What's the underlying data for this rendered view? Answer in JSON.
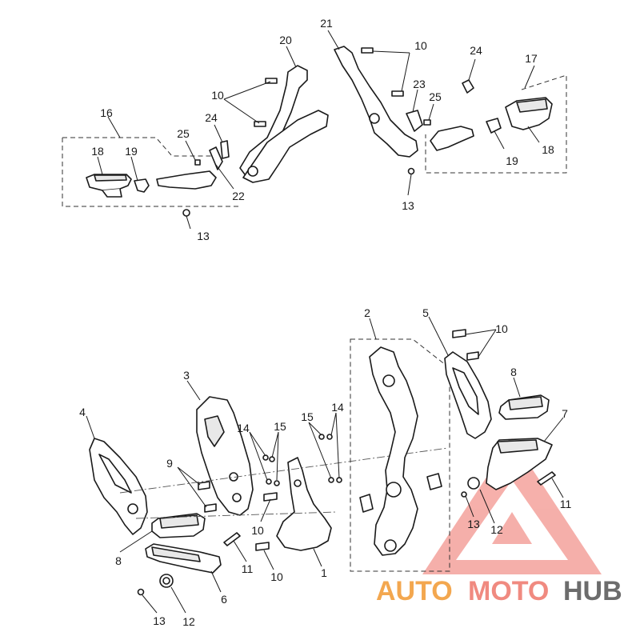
{
  "diagram": {
    "callouts": {
      "c1": "1",
      "c2": "2",
      "c3": "3",
      "c4": "4",
      "c5": "5",
      "c6": "6",
      "c7": "7",
      "c8a": "8",
      "c8b": "8",
      "c9": "9",
      "c10a": "10",
      "c10b": "10",
      "c10c": "10",
      "c10d": "10",
      "c10e": "10",
      "c11a": "11",
      "c11b": "11",
      "c12a": "12",
      "c12b": "12",
      "c13a": "13",
      "c13b": "13",
      "c13c": "13",
      "c13d": "13",
      "c14a": "14",
      "c14b": "14",
      "c15a": "15",
      "c15b": "15",
      "c16": "16",
      "c17": "17",
      "c18a": "18",
      "c18b": "18",
      "c19a": "19",
      "c19b": "19",
      "c20": "20",
      "c21": "21",
      "c22": "22",
      "c23": "23",
      "c24a": "24",
      "c24b": "24",
      "c25a": "25",
      "c25b": "25"
    }
  },
  "watermark": {
    "word_auto": "AUTO",
    "word_moto": "MOTO",
    "word_hub": "HUB",
    "colors": {
      "auto": "#f3a74f",
      "moto": "#f08a80",
      "hub": "#6c6c6c",
      "triangle": "#ee6f66"
    }
  }
}
